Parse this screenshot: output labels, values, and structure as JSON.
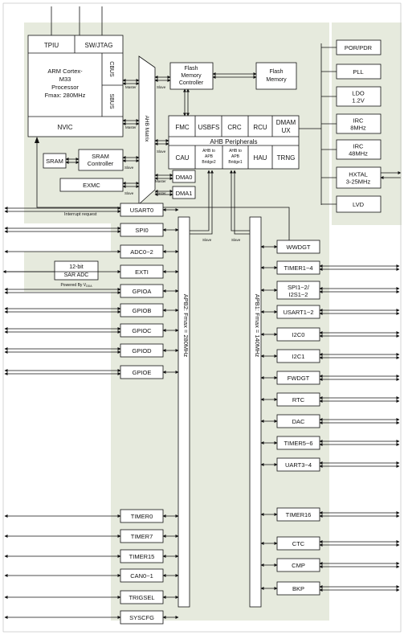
{
  "colors": {
    "region": "#e6eadd",
    "box": "#ffffff",
    "line": "#111111"
  },
  "core": {
    "tpiu": "TPIU",
    "swjtag": "SW/JTAG",
    "cpu_lines": [
      "ARM Cortex-",
      "M33",
      "Processor",
      "Fmax: 280MHz"
    ],
    "cbus": "CBUS",
    "sbus": "SBUS",
    "nvic": "NVIC"
  },
  "ahb_matrix": "AHB Matrix",
  "flash_ctrl": [
    "Flash",
    "Memory",
    "Controller"
  ],
  "flash_mem": [
    "Flash",
    "Memory"
  ],
  "sram": "SRAM",
  "sram_ctrl": [
    "SRAM",
    "Controller"
  ],
  "exmc": "EXMC",
  "dma0": "DMA0",
  "dma1": "DMA1",
  "interrupt_request": "Interrupt request",
  "master": "Master",
  "slave": "Slave",
  "ahb_periph": {
    "row1": [
      "FMC",
      "USBFS",
      "CRC",
      "RCU"
    ],
    "dmamux": [
      "DMAM",
      "UX"
    ],
    "title": "AHB Peripherals",
    "cau": "CAU",
    "bridge2": [
      "AHB to",
      "APB",
      "Bridge2"
    ],
    "bridge1": [
      "AHB to",
      "APB",
      "Bridge1"
    ],
    "hau": "HAU",
    "trng": "TRNG"
  },
  "clock": {
    "por": "POR/PDR",
    "pll": "PLL",
    "ldo": [
      "LDO",
      "1.2V"
    ],
    "irc8": [
      "IRC",
      "8MHz"
    ],
    "irc48": [
      "IRC",
      "48MHz"
    ],
    "hxtal": [
      "HXTAL",
      "3-25MHz"
    ],
    "lvd": "LVD"
  },
  "adc_box": {
    "lines": [
      "12-bit",
      "SAR ADC"
    ],
    "powered": "Powered By V",
    "powered_sub": "DDA"
  },
  "apb2_label": "APB2: Fmax = 280MHz",
  "apb1_label": "APB1: Fmax = 140MHz",
  "apb2_periph": [
    "USART0",
    "SPI0",
    "ADC0~2",
    "EXTI",
    "GPIOA",
    "GPIOB",
    "GPIOC",
    "GPIOD",
    "GPIOE",
    "TIMER0",
    "TIMER7",
    "TIMER15",
    "CAN0~1",
    "TRIGSEL",
    "SYSCFG"
  ],
  "apb1_periph": [
    "WWDGT",
    "TIMER1~4",
    "SPI1~2/ I2S1~2",
    "USART1~2",
    "I2C0",
    "I2C1",
    "FWDGT",
    "RTC",
    "DAC",
    "TIMER5~6",
    "UART3~4",
    "TIMER16",
    "CTC",
    "CMP",
    "BKP"
  ]
}
